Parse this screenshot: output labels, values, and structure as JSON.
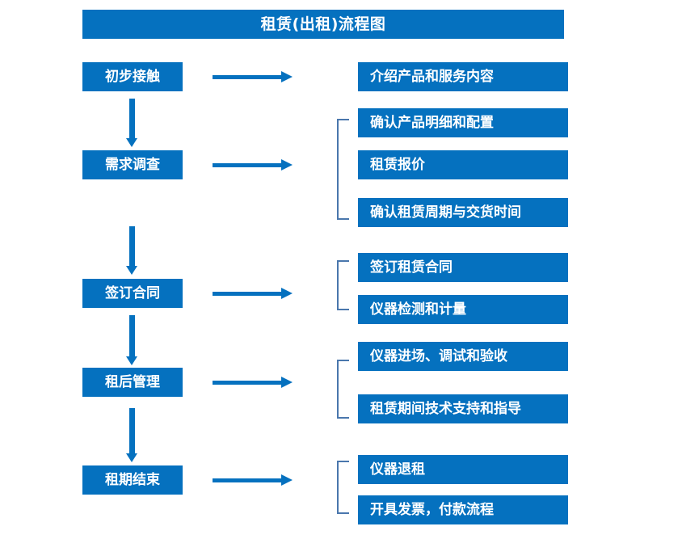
{
  "title": {
    "text": "租赁(出租)流程图"
  },
  "colors": {
    "box_blue": "#0571bf",
    "bracket_blue": "#4a77ad",
    "text_white": "#ffffff",
    "background": "#ffffff"
  },
  "stages": [
    {
      "label": "初步接触"
    },
    {
      "label": "需求调查"
    },
    {
      "label": "签订合同"
    },
    {
      "label": "租后管理"
    },
    {
      "label": "租期结束"
    }
  ],
  "tasks": [
    {
      "label": "介绍产品和服务内容"
    },
    {
      "label": "确认产品明细和配置"
    },
    {
      "label": "租赁报价"
    },
    {
      "label": "确认租赁周期与交货时间"
    },
    {
      "label": "签订租赁合同"
    },
    {
      "label": "仪器检测和计量"
    },
    {
      "label": "仪器进场、调试和验收"
    },
    {
      "label": "租赁期间技术支持和指导"
    },
    {
      "label": "仪器退租"
    },
    {
      "label": "开具发票，付款流程"
    }
  ],
  "connectors": {
    "stage_to_task_arrow": "right-arrow",
    "stage_to_stage_arrow": "down-arrow",
    "task_group_marker": "bracket"
  }
}
